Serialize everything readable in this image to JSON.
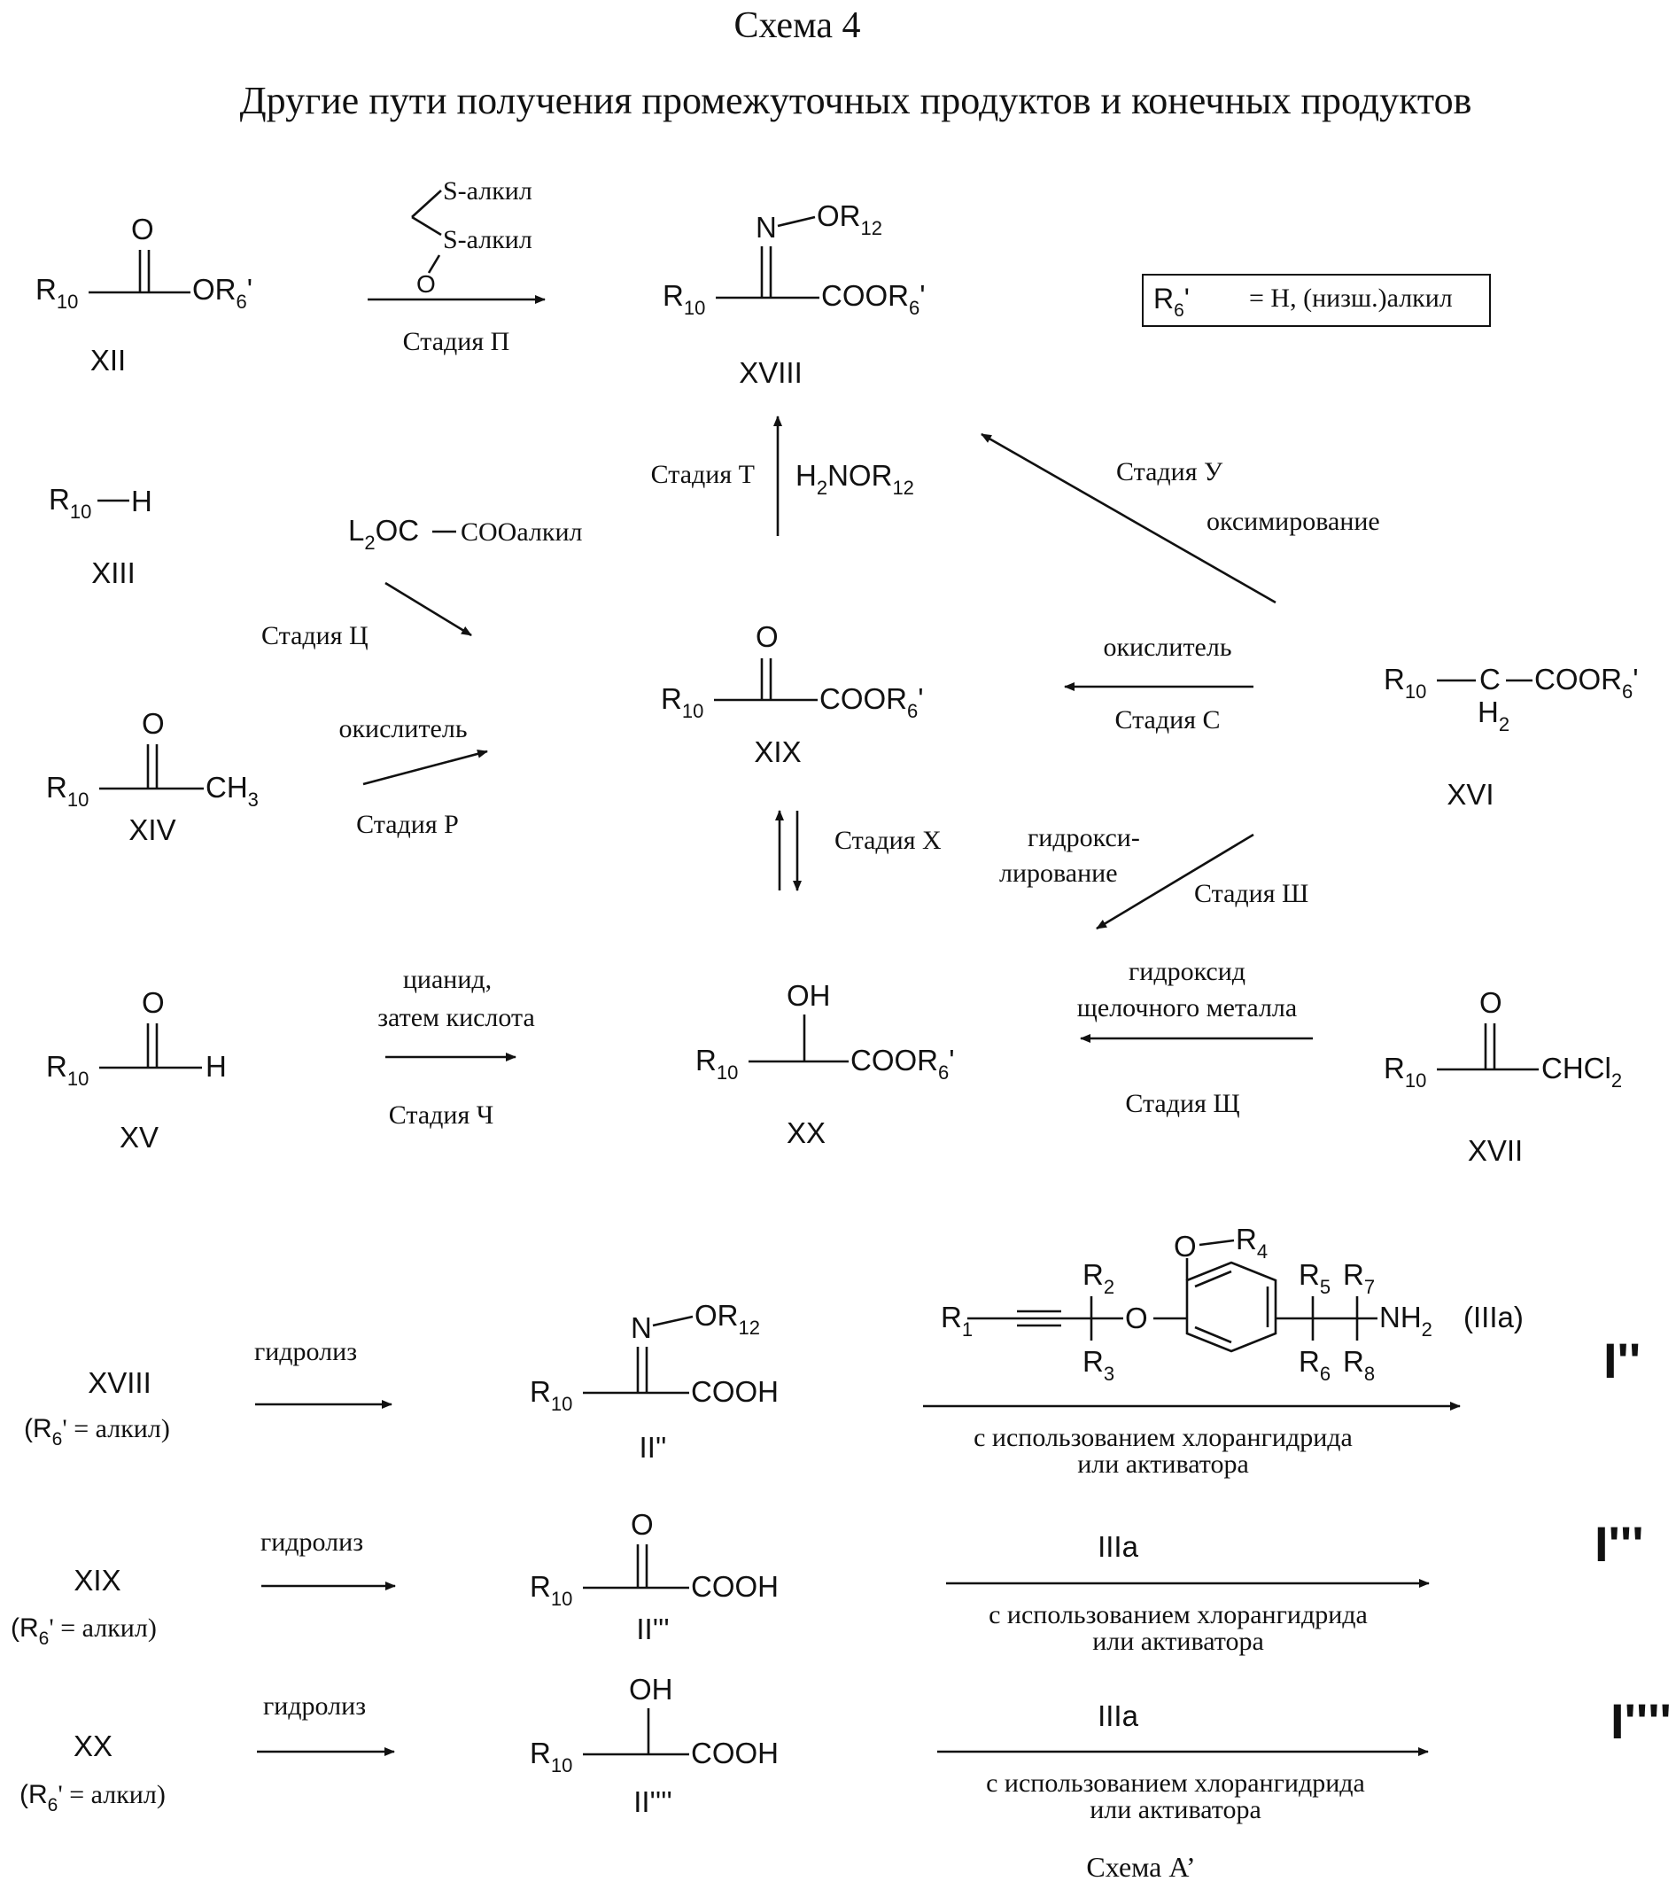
{
  "title": "Схема 4",
  "subtitle": "Другие пути получения промежуточных продуктов и конечных продуктов",
  "legend_box": {
    "lhs": "R",
    "lhs_sub": "6",
    "lhs_mark": "'",
    "rhs": "= H, (низш.)алкил"
  },
  "labels": {
    "R": "R",
    "sub10": "10",
    "sub6": "6",
    "sub12": "12",
    "sub2": "2",
    "sub1": "1",
    "prime": "'",
    "O": "O",
    "OH": "OH",
    "OR": "OR",
    "H": "H",
    "CH": "CH",
    "sub3": "3",
    "COOR": "COOR",
    "COOH": "COOH",
    "CHCl": "CHCl",
    "N": "N",
    "C": "C",
    "S_alkyl": "S-алкил",
    "L2OC": "L",
    "L2OC_rest": "OC",
    "COOalkyl": "COOалкил",
    "H2NOR": "H",
    "H2NOR_mid": "NOR",
    "NH": "NH"
  },
  "compounds": {
    "XII": "XII",
    "XIII": "XIII",
    "XIV": "XIV",
    "XV": "XV",
    "XVI": "XVI",
    "XVII": "XVII",
    "XVIII": "XVIII",
    "XIX": "XIX",
    "XX": "XX",
    "II2": "II''",
    "II3": "II'''",
    "II4": "II''''",
    "I2": "I''",
    "I3": "I'''",
    "I4": "I''''",
    "IIIa_paren": "(IIIa)",
    "IIIa": "IIIa"
  },
  "stages": {
    "P": "Стадия П",
    "T": "Стадия Т",
    "U": "Стадия У",
    "Ts": "Стадия Ц",
    "R": "Стадия Р",
    "S": "Стадия С",
    "X": "Стадия Х",
    "Sh": "Стадия Ш",
    "Ch": "Стадия Ч",
    "Shch": "Стадия Щ"
  },
  "reagents": {
    "oximation": "оксимирование",
    "oxidant": "окислитель",
    "hydroxy1": "гидрокси-",
    "hydroxy2": "лирование",
    "cyanide1": "цианид,",
    "cyanide2": "затем кислота",
    "alkali1": "гидроксид",
    "alkali2": "щелочного металла",
    "hydrolysis": "гидролиз",
    "acid_chloride1": "с использованием хлорангидрида",
    "acid_chloride2": "или активатора"
  },
  "conditions": {
    "R6_alkyl": "' = алкил)",
    "paren_open": "(R"
  },
  "footer": "Схема A’"
}
